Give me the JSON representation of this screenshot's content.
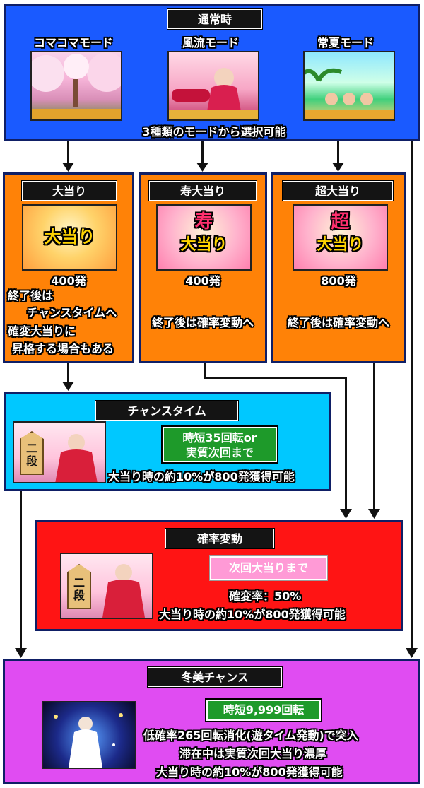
{
  "normal": {
    "header": "通常時",
    "modes": [
      {
        "label": "コマコマモード"
      },
      {
        "label": "風流モード"
      },
      {
        "label": "常夏モード"
      }
    ],
    "caption": "3種類のモードから選択可能"
  },
  "hits": [
    {
      "header": "大当り",
      "logo": "大当り",
      "balls": "400発",
      "lines": [
        "終了後は",
        "チャンスタイムへ",
        "確変大当りに",
        "昇格する場合もある"
      ]
    },
    {
      "header": "寿大当り",
      "logo_top": "寿",
      "logo": "大当り",
      "balls": "400発",
      "lines": [
        "終了後は確率変動へ"
      ]
    },
    {
      "header": "超大当り",
      "logo_top": "超",
      "logo": "大当り",
      "balls": "800発",
      "lines": [
        "終了後は確率変動へ"
      ]
    }
  ],
  "chance": {
    "header": "チャンスタイム",
    "box": [
      "時短35回転or",
      "実質次回まで"
    ],
    "text": "大当り時の約10%が800発獲得可能",
    "piece": "二段"
  },
  "kakuhen": {
    "header": "確率変動",
    "box": "次回大当りまで",
    "rate": "確変率：50%",
    "text": "大当り時の約10%が800発獲得可能",
    "piece": "二段"
  },
  "fuyumi": {
    "header": "冬美チャンス",
    "box": "時短9,999回転",
    "lines": [
      "低確率265回転消化(遊タイム発動)で突入",
      "滞在中は実質次回大当り濃厚",
      "大当り時の約10%が800発獲得可能"
    ]
  },
  "colors": {
    "blue": "#1a5aff",
    "orange": "#ff8207",
    "cyan": "#00c8ff",
    "red": "#ff1414",
    "magenta": "#e04cf2",
    "green": "#1e9a2a",
    "pink": "#ff9ad6"
  }
}
